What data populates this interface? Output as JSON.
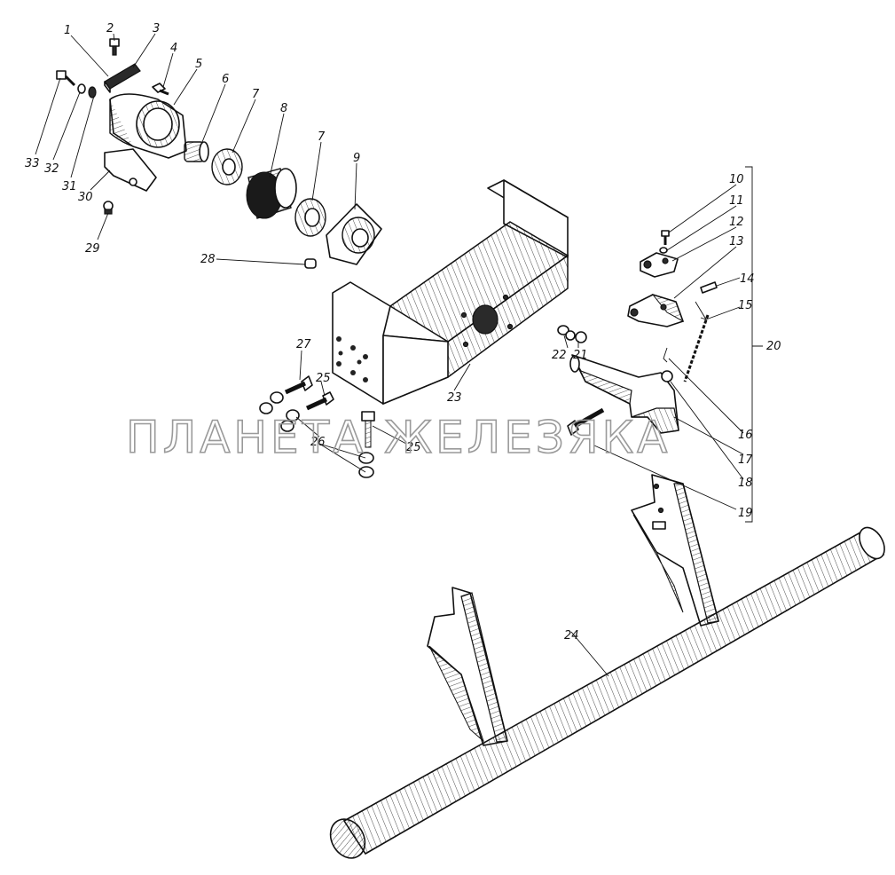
{
  "watermark": "ПЛАНЕТА ЖЕЛЕЗЯКА",
  "labels": {
    "l1": "1",
    "l2": "2",
    "l3": "3",
    "l4": "4",
    "l5": "5",
    "l6": "6",
    "l7a": "7",
    "l7b": "7",
    "l8": "8",
    "l9": "9",
    "l10": "10",
    "l11": "11",
    "l12": "12",
    "l13": "13",
    "l14": "14",
    "l15": "15",
    "l16": "16",
    "l17": "17",
    "l18": "18",
    "l19": "19",
    "l20": "20",
    "l21": "21",
    "l22": "22",
    "l23": "23",
    "l24": "24",
    "l25a": "25",
    "l25b": "25",
    "l26": "26",
    "l27": "27",
    "l28": "28",
    "l29": "29",
    "l30": "30",
    "l31": "31",
    "l32": "32",
    "l33": "33"
  }
}
